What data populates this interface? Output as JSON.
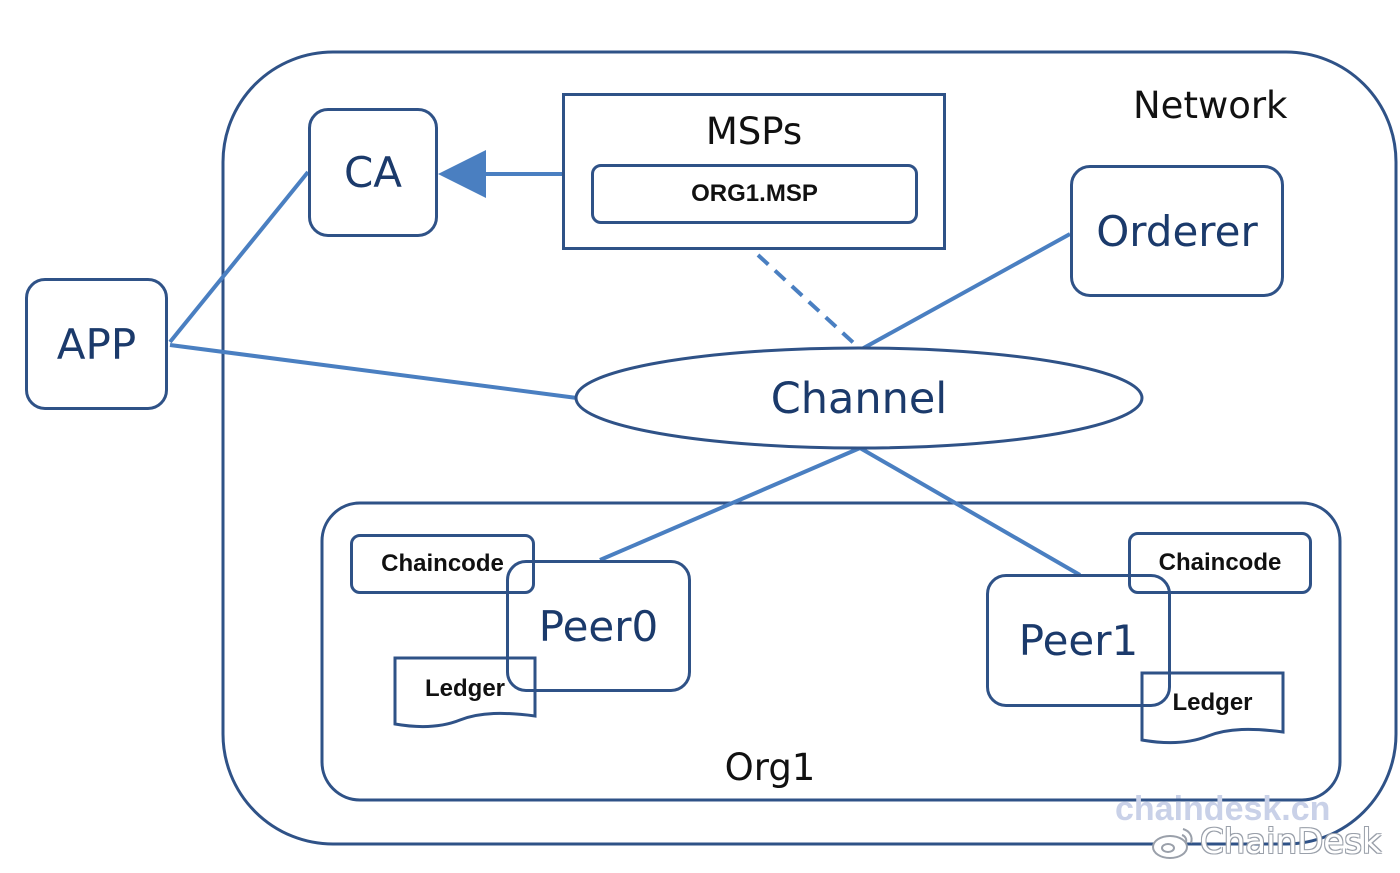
{
  "diagram": {
    "network_label": "Network",
    "app_label": "APP",
    "ca_label": "CA",
    "msps": {
      "title": "MSPs",
      "inner": "ORG1.MSP"
    },
    "orderer_label": "Orderer",
    "channel_label": "Channel",
    "org": {
      "label": "Org1",
      "peer0": {
        "label": "Peer0",
        "chaincode": "Chaincode",
        "ledger": "Ledger"
      },
      "peer1": {
        "label": "Peer1",
        "chaincode": "Chaincode",
        "ledger": "Ledger"
      }
    }
  },
  "watermark": {
    "site": "chaindesk.cn",
    "brand": "ChainDesk"
  },
  "colors": {
    "stroke": "#2f5287",
    "connector": "#4a7fc1",
    "text": "#1b3a6b"
  }
}
